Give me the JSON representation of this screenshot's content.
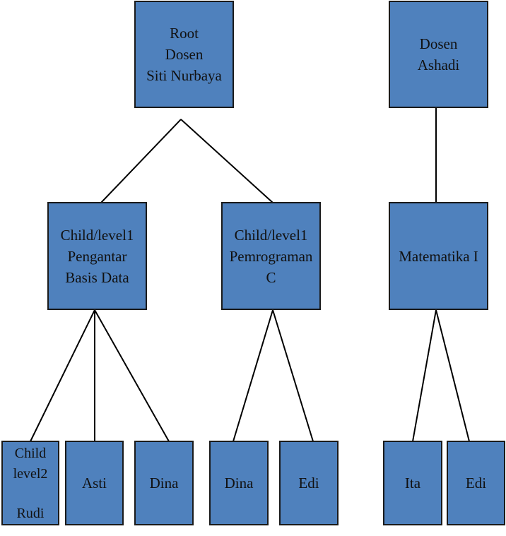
{
  "diagram": {
    "colors": {
      "node_fill": "#4f81bd",
      "node_border": "#1a1a1a",
      "edge": "#000000",
      "text": "#111111"
    },
    "nodes": {
      "root_siti": {
        "lines": [
          "Root",
          "Dosen",
          "Siti Nurbaya"
        ]
      },
      "dosen_ashadi": {
        "lines": [
          "Dosen",
          "Ashadi"
        ]
      },
      "course_pbd": {
        "lines": [
          "Child/level1",
          "Pengantar",
          "Basis Data"
        ]
      },
      "course_pemc": {
        "lines": [
          "Child/level1",
          "Pemrograman",
          "C"
        ]
      },
      "course_mat": {
        "lines": [
          "Matematika I"
        ]
      },
      "student_rudi": {
        "lines": [
          "Child",
          "level2",
          "Rudi"
        ]
      },
      "student_asti": {
        "lines": [
          "Asti"
        ]
      },
      "student_dina_1": {
        "lines": [
          "Dina"
        ]
      },
      "student_dina_2": {
        "lines": [
          "Dina"
        ]
      },
      "student_edi_1": {
        "lines": [
          "Edi"
        ]
      },
      "student_ita": {
        "lines": [
          "Ita"
        ]
      },
      "student_edi_2": {
        "lines": [
          "Edi"
        ]
      }
    }
  }
}
